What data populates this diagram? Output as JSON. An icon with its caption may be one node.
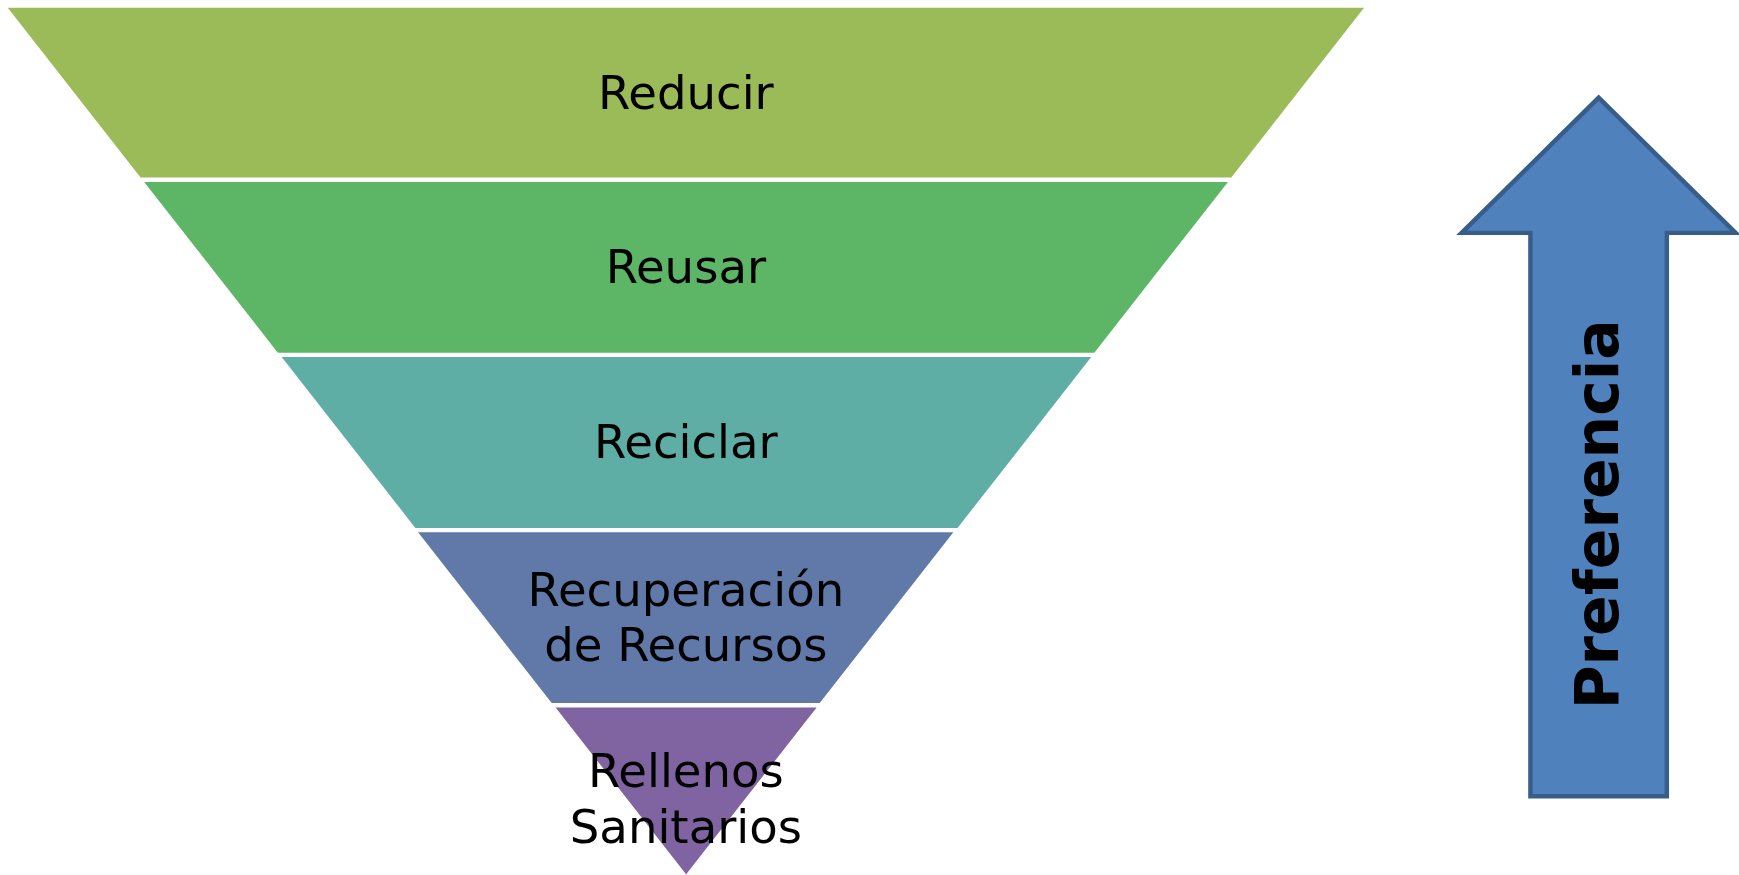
{
  "diagram": {
    "nodes": [
      {
        "text": [
          "Reducir"
        ]
      },
      {
        "text": [
          "Reusar"
        ]
      },
      {
        "text": [
          "Reciclar"
        ]
      },
      {
        "text": [
          "Recuperación de Recursos"
        ]
      },
      {
        "text": [
          "Rellenos Sanitarios"
        ]
      },
      {
        "text": [
          "Preferencia"
        ]
      }
    ]
  }
}
